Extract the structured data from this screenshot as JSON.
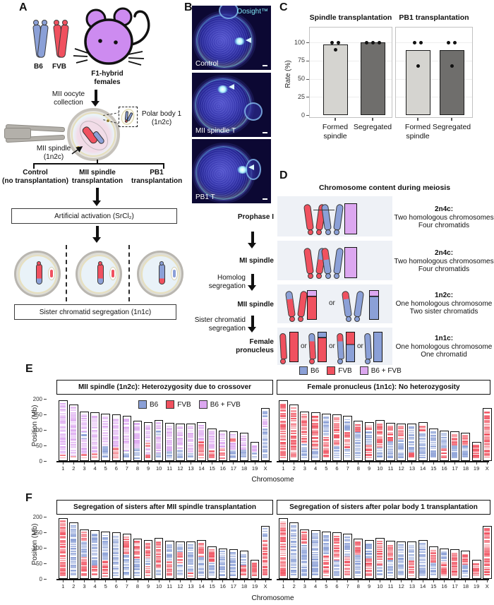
{
  "colors": {
    "b6_blue": "#8ba0d7",
    "fvb_red": "#f0515f",
    "het_purple": "#dca7f0",
    "mouse_purple": "#cd8bf0",
    "band_bg": "#eef1f6",
    "bar_light_gray": "#d5d4d0",
    "bar_dark_gray": "#6f6e6c",
    "egg_zona": "#b9b6b0",
    "egg_ring": "#e7e0bf",
    "egg_fill": "#e9f2f8",
    "ooplasm_pink": "#f2dce8",
    "micro_bg": "#0c0833",
    "micro_cyan": "#7fe3f2"
  },
  "panel_a": {
    "label": "A",
    "b6_label": "B6",
    "fvb_label": "FVB",
    "mouse_caption": "F1-hybrid\nfemales",
    "collection_label": "MII oocyte\ncollection",
    "polar_body_label": "Polar body 1\n(1n2c)",
    "spindle_label": "MII spindle\n(1n2c)",
    "conditions": [
      {
        "label": "Control\n(no transplantation)"
      },
      {
        "label": "MII spindle\ntransplantation"
      },
      {
        "label": "PB1\ntransplantation"
      }
    ],
    "activation_box": "Artificial activation (SrCl₂)",
    "segregation_box": "Sister chromatid segregation (1n1c)"
  },
  "panel_b": {
    "label": "B",
    "watermark": "Oosight™",
    "images": [
      {
        "caption": "Control"
      },
      {
        "caption": "MII spindle T"
      },
      {
        "caption": "PB1 T"
      }
    ]
  },
  "panel_c": {
    "label": "C"
  },
  "panel_d": {
    "label": "D",
    "title": "Chromosome content during meiosis",
    "stages": [
      "Prophase I",
      "MI spindle",
      "MII spindle",
      "Female\npronucleus"
    ],
    "transitions": [
      "Homolog\nsegregation",
      "Sister chromatid\nsegregation"
    ],
    "or_label": "or",
    "rows": [
      {
        "ploidy": "2n4c:",
        "line1": "Two homologous chromosomes",
        "line2": "Four chromatids"
      },
      {
        "ploidy": "2n4c:",
        "line1": "Two homologous chromosomes",
        "line2": "Four chromatids"
      },
      {
        "ploidy": "1n2c:",
        "line1": "One homologous chromosome",
        "line2": "Two sister chromatids"
      },
      {
        "ploidy": "1n1c:",
        "line1": "One homologous chromosome",
        "line2": "One chromatid"
      }
    ],
    "legend": [
      {
        "label": "B6",
        "color": "#8ba0d7"
      },
      {
        "label": "FVB",
        "color": "#f0515f"
      },
      {
        "label": "B6 + FVB",
        "color": "#dca7f0"
      }
    ]
  },
  "panel_e": {
    "label": "E"
  },
  "panel_f": {
    "label": "F"
  },
  "chart_data": [
    {
      "id": "c-spindle",
      "type": "bar",
      "title": "Spindle transplantation",
      "ylabel": "Rate (%)",
      "ylim": [
        0,
        100
      ],
      "yticks": [
        0,
        25,
        50,
        75,
        100
      ],
      "categories": [
        "Formed\nspindle",
        "Segregated"
      ],
      "values": [
        96.7,
        100
      ],
      "points": [
        [
          90,
          100,
          100
        ],
        [
          100,
          100,
          100
        ]
      ],
      "bar_colors": [
        "#d5d4d0",
        "#6f6e6c"
      ]
    },
    {
      "id": "c-pb1",
      "type": "bar",
      "title": "PB1 transplantation",
      "ylabel": "Rate (%)",
      "ylim": [
        0,
        100
      ],
      "yticks": [
        0,
        25,
        50,
        75,
        100
      ],
      "categories": [
        "Formed\nspindle",
        "Segregated"
      ],
      "values": [
        89,
        89
      ],
      "points": [
        [
          67,
          100,
          100
        ],
        [
          67,
          100,
          100
        ]
      ],
      "bar_colors": [
        "#d5d4d0",
        "#6f6e6c"
      ]
    },
    {
      "id": "e-mii",
      "type": "ideogram",
      "title": "MII spindle (1n2c): Heterozygosity due to crossover",
      "ylabel": "Position (Mb)",
      "xlabel": "Chromosome",
      "ylim": [
        0,
        200
      ],
      "yticks": [
        0,
        50,
        100,
        150,
        200
      ],
      "legend": [
        {
          "label": "B6",
          "color": "#8ba0d7"
        },
        {
          "label": "FVB",
          "color": "#f0515f"
        },
        {
          "label": "B6 + FVB",
          "color": "#dca7f0"
        }
      ],
      "categories": [
        "1",
        "2",
        "3",
        "4",
        "5",
        "6",
        "7",
        "8",
        "9",
        "10",
        "11",
        "12",
        "13",
        "14",
        "15",
        "16",
        "17",
        "18",
        "19",
        "X"
      ],
      "lengths_mb": [
        195,
        182,
        160,
        157,
        152,
        150,
        145,
        129,
        124,
        131,
        122,
        120,
        120,
        125,
        104,
        98,
        95,
        91,
        61,
        171
      ],
      "stripe_colors": {
        "B": "#8ba0d7",
        "R": "#f0515f",
        "H": "#dca7f0"
      },
      "segments": [
        [
          [
            0.07,
            "R"
          ],
          [
            1,
            "H"
          ]
        ],
        [
          [
            0.04,
            "R"
          ],
          [
            1,
            "H"
          ]
        ],
        [
          [
            0.08,
            "R"
          ],
          [
            0.45,
            "H"
          ],
          [
            0.6,
            "B"
          ],
          [
            1,
            "H"
          ]
        ],
        [
          [
            0.12,
            "R"
          ],
          [
            1,
            "H"
          ]
        ],
        [
          [
            0.3,
            "B"
          ],
          [
            1,
            "H"
          ]
        ],
        [
          [
            0.25,
            "R"
          ],
          [
            1,
            "H"
          ]
        ],
        [
          [
            0.18,
            "B"
          ],
          [
            1,
            "H"
          ]
        ],
        [
          [
            0.3,
            "B"
          ],
          [
            1,
            "H"
          ]
        ],
        [
          [
            0.1,
            "R"
          ],
          [
            0.35,
            "H"
          ],
          [
            0.5,
            "R"
          ],
          [
            1,
            "H"
          ]
        ],
        [
          [
            0.15,
            "B"
          ],
          [
            0.65,
            "H"
          ],
          [
            0.78,
            "B"
          ],
          [
            1,
            "H"
          ]
        ],
        [
          [
            0.2,
            "B"
          ],
          [
            1,
            "H"
          ]
        ],
        [
          [
            0.25,
            "B"
          ],
          [
            1,
            "H"
          ]
        ],
        [
          [
            0.2,
            "B"
          ],
          [
            1,
            "H"
          ]
        ],
        [
          [
            0.5,
            "R"
          ],
          [
            1,
            "H"
          ]
        ],
        [
          [
            0.35,
            "R"
          ],
          [
            1,
            "H"
          ]
        ],
        [
          [
            0.45,
            "R"
          ],
          [
            1,
            "H"
          ]
        ],
        [
          [
            0.3,
            "B"
          ],
          [
            0.7,
            "H"
          ],
          [
            0.85,
            "R"
          ],
          [
            1,
            "H"
          ]
        ],
        [
          [
            0.4,
            "B"
          ],
          [
            1,
            "H"
          ]
        ],
        [
          [
            0.5,
            "B"
          ],
          [
            1,
            "H"
          ]
        ],
        [
          [
            0.65,
            "B"
          ],
          [
            0.85,
            "H"
          ],
          [
            1,
            "B"
          ]
        ]
      ]
    },
    {
      "id": "e-fp",
      "type": "ideogram",
      "title": "Female pronucleus (1n1c): No heterozygosity",
      "ylabel": "Position (Mb)",
      "xlabel": "Chromosome",
      "ylim": [
        0,
        200
      ],
      "yticks": [
        0,
        50,
        100,
        150,
        200
      ],
      "categories": [
        "1",
        "2",
        "3",
        "4",
        "5",
        "6",
        "7",
        "8",
        "9",
        "10",
        "11",
        "12",
        "13",
        "14",
        "15",
        "16",
        "17",
        "18",
        "19",
        "X"
      ],
      "lengths_mb": [
        195,
        182,
        160,
        157,
        152,
        150,
        145,
        129,
        124,
        131,
        122,
        120,
        120,
        125,
        104,
        98,
        95,
        91,
        61,
        171
      ],
      "stripe_colors": {
        "B": "#8ba0d7",
        "R": "#f0515f",
        "H": "#dca7f0"
      },
      "segments": [
        [
          [
            1,
            "R"
          ]
        ],
        [
          [
            1,
            "R"
          ]
        ],
        [
          [
            0.35,
            "B"
          ],
          [
            1,
            "R"
          ]
        ],
        [
          [
            0.2,
            "B"
          ],
          [
            1,
            "R"
          ]
        ],
        [
          [
            0.55,
            "R"
          ],
          [
            1,
            "B"
          ]
        ],
        [
          [
            0.3,
            "B"
          ],
          [
            1,
            "R"
          ]
        ],
        [
          [
            0.25,
            "B"
          ],
          [
            0.7,
            "R"
          ],
          [
            1,
            "B"
          ]
        ],
        [
          [
            0.75,
            "B"
          ],
          [
            1,
            "R"
          ]
        ],
        [
          [
            0.4,
            "R"
          ],
          [
            0.8,
            "B"
          ],
          [
            1,
            "R"
          ]
        ],
        [
          [
            0.3,
            "B"
          ],
          [
            1,
            "R"
          ]
        ],
        [
          [
            0.5,
            "B"
          ],
          [
            1,
            "R"
          ]
        ],
        [
          [
            0.6,
            "B"
          ],
          [
            1,
            "R"
          ]
        ],
        [
          [
            0.2,
            "R"
          ],
          [
            1,
            "B"
          ]
        ],
        [
          [
            0.8,
            "B"
          ],
          [
            1,
            "R"
          ]
        ],
        [
          [
            1,
            "B"
          ]
        ],
        [
          [
            0.4,
            "R"
          ],
          [
            1,
            "B"
          ]
        ],
        [
          [
            0.5,
            "B"
          ],
          [
            1,
            "R"
          ]
        ],
        [
          [
            0.55,
            "B"
          ],
          [
            1,
            "R"
          ]
        ],
        [
          [
            1,
            "R"
          ]
        ],
        [
          [
            1,
            "R"
          ]
        ]
      ]
    },
    {
      "id": "f-mii",
      "type": "ideogram",
      "title": "Segregation of sisters after MII spindle transplantation",
      "ylabel": "Position (Mb)",
      "xlabel": "Chromosome",
      "ylim": [
        0,
        200
      ],
      "yticks": [
        0,
        50,
        100,
        150,
        200
      ],
      "categories": [
        "1",
        "2",
        "3",
        "4",
        "5",
        "6",
        "7",
        "8",
        "9",
        "10",
        "11",
        "12",
        "13",
        "14",
        "15",
        "16",
        "17",
        "18",
        "19",
        "X"
      ],
      "lengths_mb": [
        195,
        182,
        160,
        157,
        152,
        150,
        145,
        129,
        124,
        131,
        122,
        120,
        120,
        125,
        104,
        98,
        95,
        91,
        61,
        171
      ],
      "stripe_colors": {
        "B": "#8ba0d7",
        "R": "#f0515f",
        "H": "#dca7f0"
      },
      "segments": [
        [
          [
            1,
            "R"
          ]
        ],
        [
          [
            1,
            "B"
          ]
        ],
        [
          [
            0.45,
            "R"
          ],
          [
            0.8,
            "B"
          ],
          [
            1,
            "R"
          ]
        ],
        [
          [
            0.25,
            "R"
          ],
          [
            1,
            "B"
          ]
        ],
        [
          [
            0.4,
            "R"
          ],
          [
            1,
            "B"
          ]
        ],
        [
          [
            1,
            "B"
          ]
        ],
        [
          [
            0.55,
            "B"
          ],
          [
            1,
            "R"
          ]
        ],
        [
          [
            0.5,
            "B"
          ],
          [
            1,
            "R"
          ]
        ],
        [
          [
            0.3,
            "R"
          ],
          [
            0.55,
            "B"
          ],
          [
            1,
            "R"
          ]
        ],
        [
          [
            0.2,
            "B"
          ],
          [
            1,
            "R"
          ]
        ],
        [
          [
            0.5,
            "R"
          ],
          [
            1,
            "B"
          ]
        ],
        [
          [
            0.4,
            "B"
          ],
          [
            0.75,
            "R"
          ],
          [
            1,
            "B"
          ]
        ],
        [
          [
            0.12,
            "R"
          ],
          [
            1,
            "B"
          ]
        ],
        [
          [
            0.55,
            "B"
          ],
          [
            1,
            "R"
          ]
        ],
        [
          [
            0.5,
            "B"
          ],
          [
            1,
            "R"
          ]
        ],
        [
          [
            1,
            "B"
          ]
        ],
        [
          [
            1,
            "B"
          ]
        ],
        [
          [
            0.5,
            "R"
          ],
          [
            1,
            "B"
          ]
        ],
        [
          [
            1,
            "R"
          ]
        ],
        [
          [
            0.78,
            "R"
          ],
          [
            1,
            "B"
          ]
        ]
      ]
    },
    {
      "id": "f-pb1",
      "type": "ideogram",
      "title": "Segregation of sisters after polar body 1 transplantation",
      "ylabel": "Position (Mb)",
      "xlabel": "Chromosome",
      "ylim": [
        0,
        200
      ],
      "yticks": [
        0,
        50,
        100,
        150,
        200
      ],
      "categories": [
        "1",
        "2",
        "3",
        "4",
        "5",
        "6",
        "7",
        "8",
        "9",
        "10",
        "11",
        "12",
        "13",
        "14",
        "15",
        "16",
        "17",
        "18",
        "19",
        "X"
      ],
      "lengths_mb": [
        195,
        182,
        160,
        157,
        152,
        150,
        145,
        129,
        124,
        131,
        122,
        120,
        120,
        125,
        104,
        98,
        95,
        91,
        61,
        171
      ],
      "stripe_colors": {
        "B": "#8ba0d7",
        "R": "#f0515f",
        "H": "#dca7f0"
      },
      "segments": [
        [
          [
            1,
            "R"
          ]
        ],
        [
          [
            1,
            "B"
          ]
        ],
        [
          [
            0.7,
            "B"
          ],
          [
            1,
            "R"
          ]
        ],
        [
          [
            1,
            "B"
          ]
        ],
        [
          [
            0.5,
            "R"
          ],
          [
            1,
            "B"
          ]
        ],
        [
          [
            0.4,
            "B"
          ],
          [
            1,
            "R"
          ]
        ],
        [
          [
            0.5,
            "R"
          ],
          [
            1,
            "B"
          ]
        ],
        [
          [
            0.6,
            "B"
          ],
          [
            1,
            "R"
          ]
        ],
        [
          [
            0.5,
            "R"
          ],
          [
            1,
            "B"
          ]
        ],
        [
          [
            0.3,
            "B"
          ],
          [
            1,
            "R"
          ]
        ],
        [
          [
            0.5,
            "B"
          ],
          [
            1,
            "R"
          ]
        ],
        [
          [
            1,
            "B"
          ]
        ],
        [
          [
            0.5,
            "R"
          ],
          [
            1,
            "B"
          ]
        ],
        [
          [
            1,
            "B"
          ]
        ],
        [
          [
            0.5,
            "B"
          ],
          [
            1,
            "R"
          ]
        ],
        [
          [
            0.6,
            "R"
          ],
          [
            1,
            "B"
          ]
        ],
        [
          [
            1,
            "R"
          ]
        ],
        [
          [
            0.5,
            "B"
          ],
          [
            1,
            "R"
          ]
        ],
        [
          [
            1,
            "R"
          ]
        ],
        [
          [
            1,
            "R"
          ]
        ]
      ]
    }
  ]
}
